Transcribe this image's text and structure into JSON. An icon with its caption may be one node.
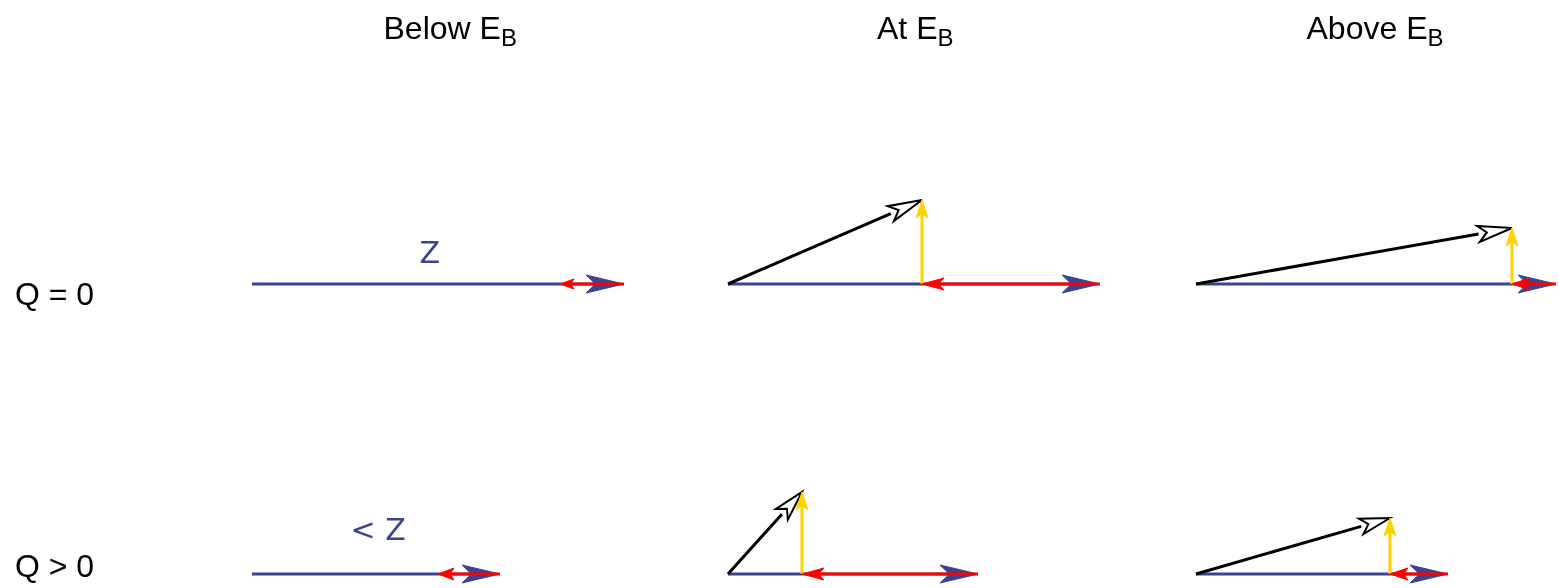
{
  "diagram": {
    "labels": [
      "Below E$_{B}$",
      "At E$_{B}$",
      "Above E$_{B}$",
      "Q = 0",
      "Z",
      "Q > 0",
      "< Z"
    ]
  }
}
